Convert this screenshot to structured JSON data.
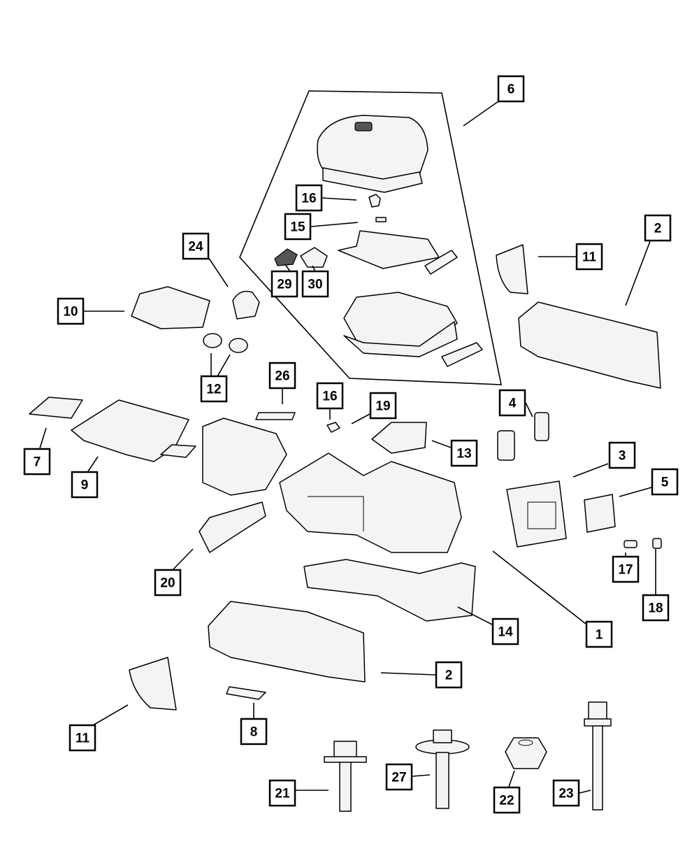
{
  "diagram": {
    "type": "exploded-parts-diagram",
    "callouts": [
      "6",
      "16",
      "15",
      "24",
      "29",
      "30",
      "10",
      "11",
      "2",
      "12",
      "26",
      "16",
      "19",
      "4",
      "7",
      "9",
      "13",
      "3",
      "5",
      "20",
      "17",
      "18",
      "1",
      "14",
      "2",
      "11",
      "8",
      "21",
      "27",
      "22",
      "23"
    ]
  }
}
